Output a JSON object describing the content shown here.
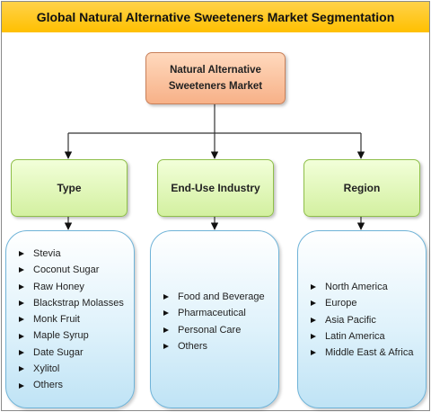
{
  "title": "Global Natural Alternative Sweeteners Market Segmentation",
  "root": {
    "line1": "Natural Alternative",
    "line2": "Sweeteners Market"
  },
  "categories": [
    {
      "label": "Type",
      "items": [
        "Stevia",
        "Coconut Sugar",
        "Raw Honey",
        "Blackstrap Molasses",
        "Monk Fruit",
        "Maple Syrup",
        "Date Sugar",
        "Xylitol",
        "Others"
      ]
    },
    {
      "label": "End-Use Industry",
      "items": [
        "Food and Beverage",
        "Pharmaceutical",
        "Personal Care",
        "Others"
      ]
    },
    {
      "label": "Region",
      "items": [
        "North America",
        "Europe",
        "Asia Pacific",
        "Latin America",
        "Middle East & Africa"
      ]
    }
  ],
  "colors": {
    "title_bar": "#ffc000",
    "root_box": "#f7b188",
    "category_box": "#d3f0a0",
    "list_box": "#bfe3f5"
  }
}
